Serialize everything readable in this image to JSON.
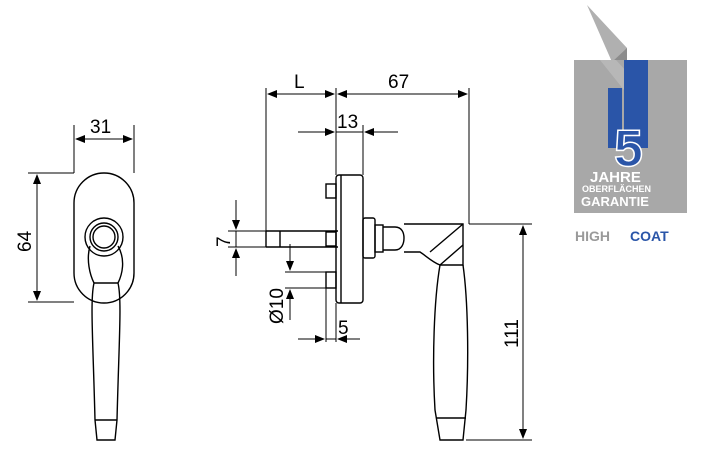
{
  "dimensions": {
    "width_31": "31",
    "height_64": "64",
    "length_L": "L",
    "offset_67": "67",
    "plate_13": "13",
    "spindle_7": "7",
    "diameter_10": "Ø10",
    "offset_5": "5",
    "height_111": "111"
  },
  "badge": {
    "number": "5",
    "line1": "JAHRE",
    "line2": "OBERFLÄCHEN",
    "line3": "GARANTIE",
    "brand_part1": "HIGH",
    "brand_part2": "COAT"
  },
  "colors": {
    "line": "#000000",
    "badge_gray": "#b0b0b0",
    "badge_dark": "#7a7a7a",
    "badge_blue": "#2a55a8",
    "brand_gray": "#9a9a9a",
    "brand_blue": "#2a55a8"
  }
}
